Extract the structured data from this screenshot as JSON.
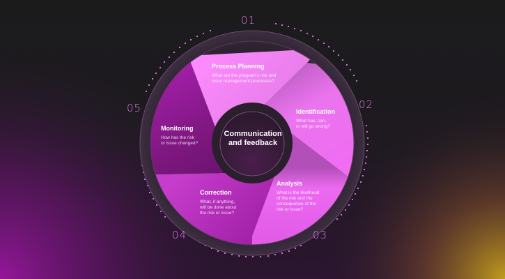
{
  "diagram": {
    "type": "cycle",
    "center": {
      "label_line1": "Communication",
      "label_line2": "and feedback"
    },
    "steps": [
      {
        "number": "01",
        "title": "Process Planning",
        "desc_line1": "What are the program's risk and",
        "desc_line2": "issue management processes?",
        "color": "#f47ff5"
      },
      {
        "number": "02",
        "title": "Identification",
        "desc_line1": "What has, can,",
        "desc_line2": "or will go wrong?",
        "color": "#ea6fed"
      },
      {
        "number": "03",
        "title": "Analysis",
        "desc_line1": "What is the likelihood",
        "desc_line2": "of the risk and the",
        "desc_line3": "consequence of the",
        "desc_line4": "risk or issue?",
        "color": "#e45ae8"
      },
      {
        "number": "04",
        "title": "Correction",
        "desc_line1": "What, if anything,",
        "desc_line2": "will be done about",
        "desc_line3": "the risk or issue?",
        "color": "#b82dbd"
      },
      {
        "number": "05",
        "title": "Monitoring",
        "desc_line1": "How has the risk",
        "desc_line2": "or issue changed?",
        "color": "#8e1c92"
      }
    ]
  },
  "colors": {
    "background": "#1c1b1d",
    "accent": "#e07ae8",
    "ring": "#3a2838",
    "center": "#3b1b3d",
    "glow_purple": "#8a1a8c",
    "glow_gold": "#b8921c"
  }
}
